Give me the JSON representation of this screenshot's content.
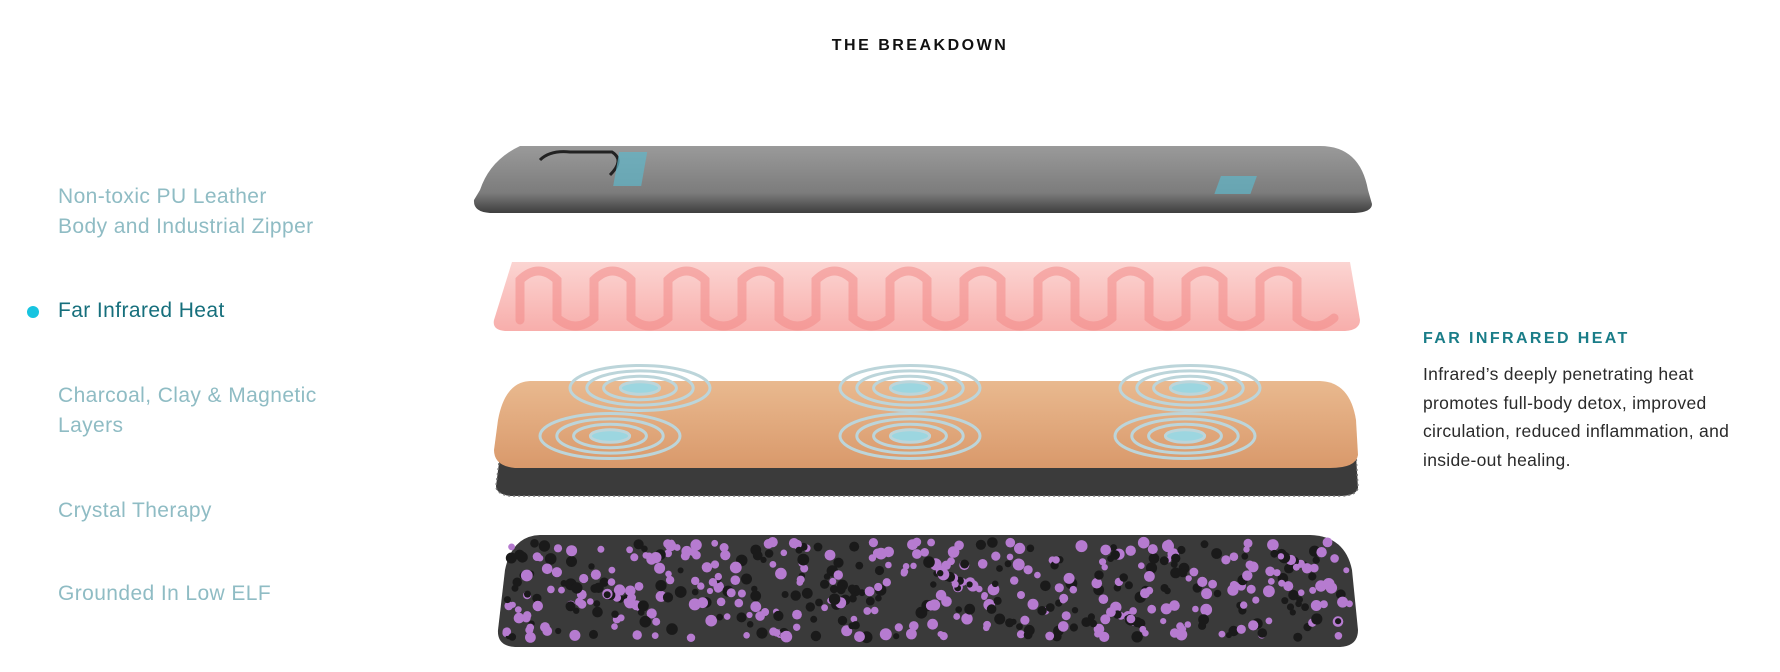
{
  "header": {
    "title": "THE BREAKDOWN"
  },
  "nav": {
    "items": [
      {
        "label_lines": [
          "Non-toxic PU Leather",
          "Body and Industrial Zipper"
        ],
        "active": false
      },
      {
        "label_lines": [
          "Far Infrared Heat"
        ],
        "active": true
      },
      {
        "label_lines": [
          "Charcoal, Clay & Magnetic",
          "Layers"
        ],
        "active": false
      },
      {
        "label_lines": [
          "Crystal Therapy"
        ],
        "active": false
      },
      {
        "label_lines": [
          "Grounded In Low ELF"
        ],
        "active": false
      }
    ]
  },
  "detail": {
    "heading": "FAR INFRARED HEAT",
    "body": "Infrared’s deeply penetrating heat promotes full-body detox, improved circulation, reduced inflammation, and inside-out healing."
  },
  "colors": {
    "accent_dot": "#17c4e0",
    "active_text": "#166f7c",
    "inactive_text": "#8fbcc4",
    "heading": "#1a7d88"
  }
}
